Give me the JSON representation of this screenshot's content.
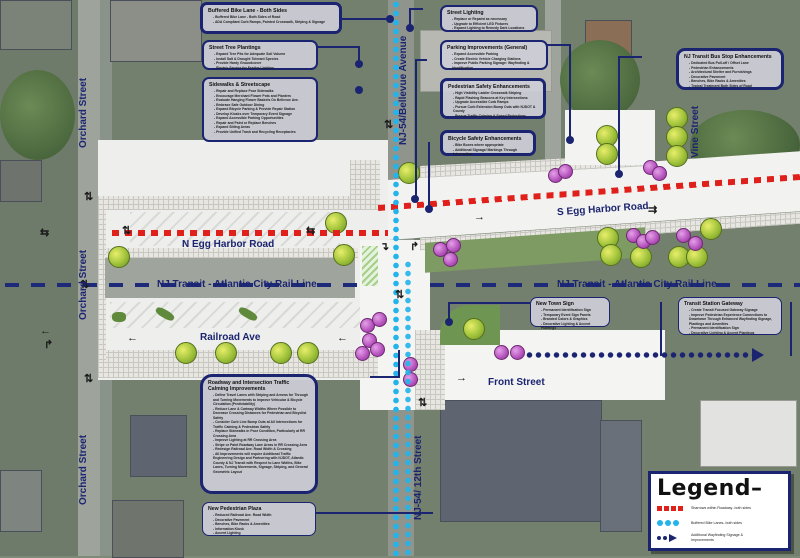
{
  "map": {
    "streets": {
      "orchard_street": "Orchard Street",
      "bellevue": "NJ-54/Bellevue Avenue",
      "twelfth": "NJ-54/ 12th Street",
      "n_egg_harbor": "N Egg Harbor Road",
      "s_egg_harbor": "S Egg Harbor Road",
      "railroad_ave": "Railroad Ave",
      "front_street": "Front Street",
      "vine_street": "Vine Street",
      "rail_line": "NJ Transit - Atlantic City Rail Line"
    },
    "colors": {
      "sharrow_red": "#e0201b",
      "bike_lane_cyan": "#22b4ea",
      "navy": "#1b2470"
    }
  },
  "callouts": [
    {
      "title": "Buffered Bike Lane - Both Sides",
      "items": [
        "Buffered Bike Lane - Both Sides of Road",
        "ADA Compliant Curb Ramps, Painted Crosswalk, Striping & Signage"
      ]
    },
    {
      "title": "Street Tree Plantings",
      "items": [
        "Expand Tree Pits for Adequate Soil Volume",
        "Install Salt & Drought Tolerant Species",
        "Provide Hardy Groundcover",
        "Electric Service for Festive Lighting"
      ]
    },
    {
      "title": "Sidewalks & Streetscape",
      "items": [
        "Repair and Replace Poor Sidewalks",
        "Encourage Merchant Flower Pots and Planters",
        "Evaluate Hanging Flower Baskets On Bellevue Ave.",
        "Embrace Safe Outdoor Dining",
        "Expand Bicycle Parking & Provide Repair Station",
        "Develop Kiosks over Temporary Event Signage",
        "Expand Accessible Parking Opportunities",
        "Repair and Paint or Replace Benches",
        "Expand Sitting Areas",
        "Provide Unified Trash and Recycling Receptacles"
      ]
    },
    {
      "title": "Street Lighting",
      "items": [
        "Replace or Repaint as necessary",
        "Upgrade to Efficient LED Fixtures",
        "Expand Lighting to Remedy Dark Locations"
      ]
    },
    {
      "title": "Parking Improvements (General)",
      "items": [
        "Expand Accessible Parking",
        "Create Electric Vehicle Charging Stations",
        "Improve Public Parking Signage: Wayfinding & Identification"
      ]
    },
    {
      "title": "Pedestrian Safety Enhancements",
      "items": [
        "High Visibility Ladder Crosswalk Striping",
        "Rapid Flashing Beacons at Key Intersections",
        "Upgrade Accessible Curb Ramps",
        "Pursue Curb Extension Bump Outs with NJDOT & County",
        "Pursue Traffic Calming & Speed Reductions"
      ]
    },
    {
      "title": "Bicycle Safety Enhancements",
      "items": [
        "Bike Boxes where appropriate",
        "Additional Signage/ Markings Through Intersection"
      ]
    },
    {
      "title": "NJ Transit Bus Stop Enhancements",
      "items": [
        "Dedicated Bus Pull-off / Offset Lane",
        "Pedestrian Enhancements",
        "Architectural Shelter and Furnishings",
        "Decorative Pavement",
        "Benches, Bike Racks & Amenities",
        "Typical Treatment Both Sides of Road"
      ]
    },
    {
      "title": "New Town Sign",
      "items": [
        "Permanent Identification Sign",
        "Temporary Event Sign Panels",
        "Branded Colors & Graphics",
        "Decorative Lighting & Accent Plantings"
      ]
    },
    {
      "title": "Transit Station Gateway",
      "items": [
        "Create Transit Focused Gateway Signage",
        "Improve Pedestrian Experience Connections to Downtown Through Enhanced Wayfinding Signage, Plantings and Amenities",
        "Permanent Identification Sign",
        "Decorative Lighting & Accent Plantings"
      ]
    },
    {
      "title": "Roadway and Intersection Traffic Calming Improvements",
      "items": [
        "Define Travel Lanes with Striping and Arrows for Through and Turning Movements to Improve Vehicular & Bicycle Circulation (Predictability)",
        "Reduce Lane & Cartway Widths Where Possible to Decrease Crossing Distances for Pedestrian and Bicyclist Safety",
        "Consider Curb Line Bump Outs at All Intersections for Traffic Calming & Pedestrian Safety",
        "Replace Sidewalks in Poor Condition, Particularly at RR Crossing Area",
        "Improve Lighting at RR Crossing Area",
        "Stripe or Paint Roadway Lane Areas in RR Crossing Area",
        "Redesign Railroad Ave. Road Width & Crossing",
        "All Improvements will require Additional Traffic Engineering Design and Partnering with NJDOT, Atlantic County & NJ Transit with Respect to Lane Widths, Bike Lanes, Turning Movements, Signage, Striping, and General Geometric Layout"
      ]
    },
    {
      "title": "New Pedestrian Plaza",
      "items": [
        "Reduced Railroad Ave. Road Width",
        "Decorative Pavement",
        "Benches, Bike Racks & Amenities",
        "Information Kiosk",
        "Accent Lighting"
      ]
    }
  ],
  "legend": {
    "title": "Legend–",
    "items": [
      {
        "symbol": "red-squares",
        "label": "Sharrows within Roadway- both sides"
      },
      {
        "symbol": "cyan-dots",
        "label": "Buffered Bike Lanes- both sides"
      },
      {
        "symbol": "navy-dots-arrow",
        "label": "Additional Wayfinding Signage & Improvements"
      }
    ]
  }
}
